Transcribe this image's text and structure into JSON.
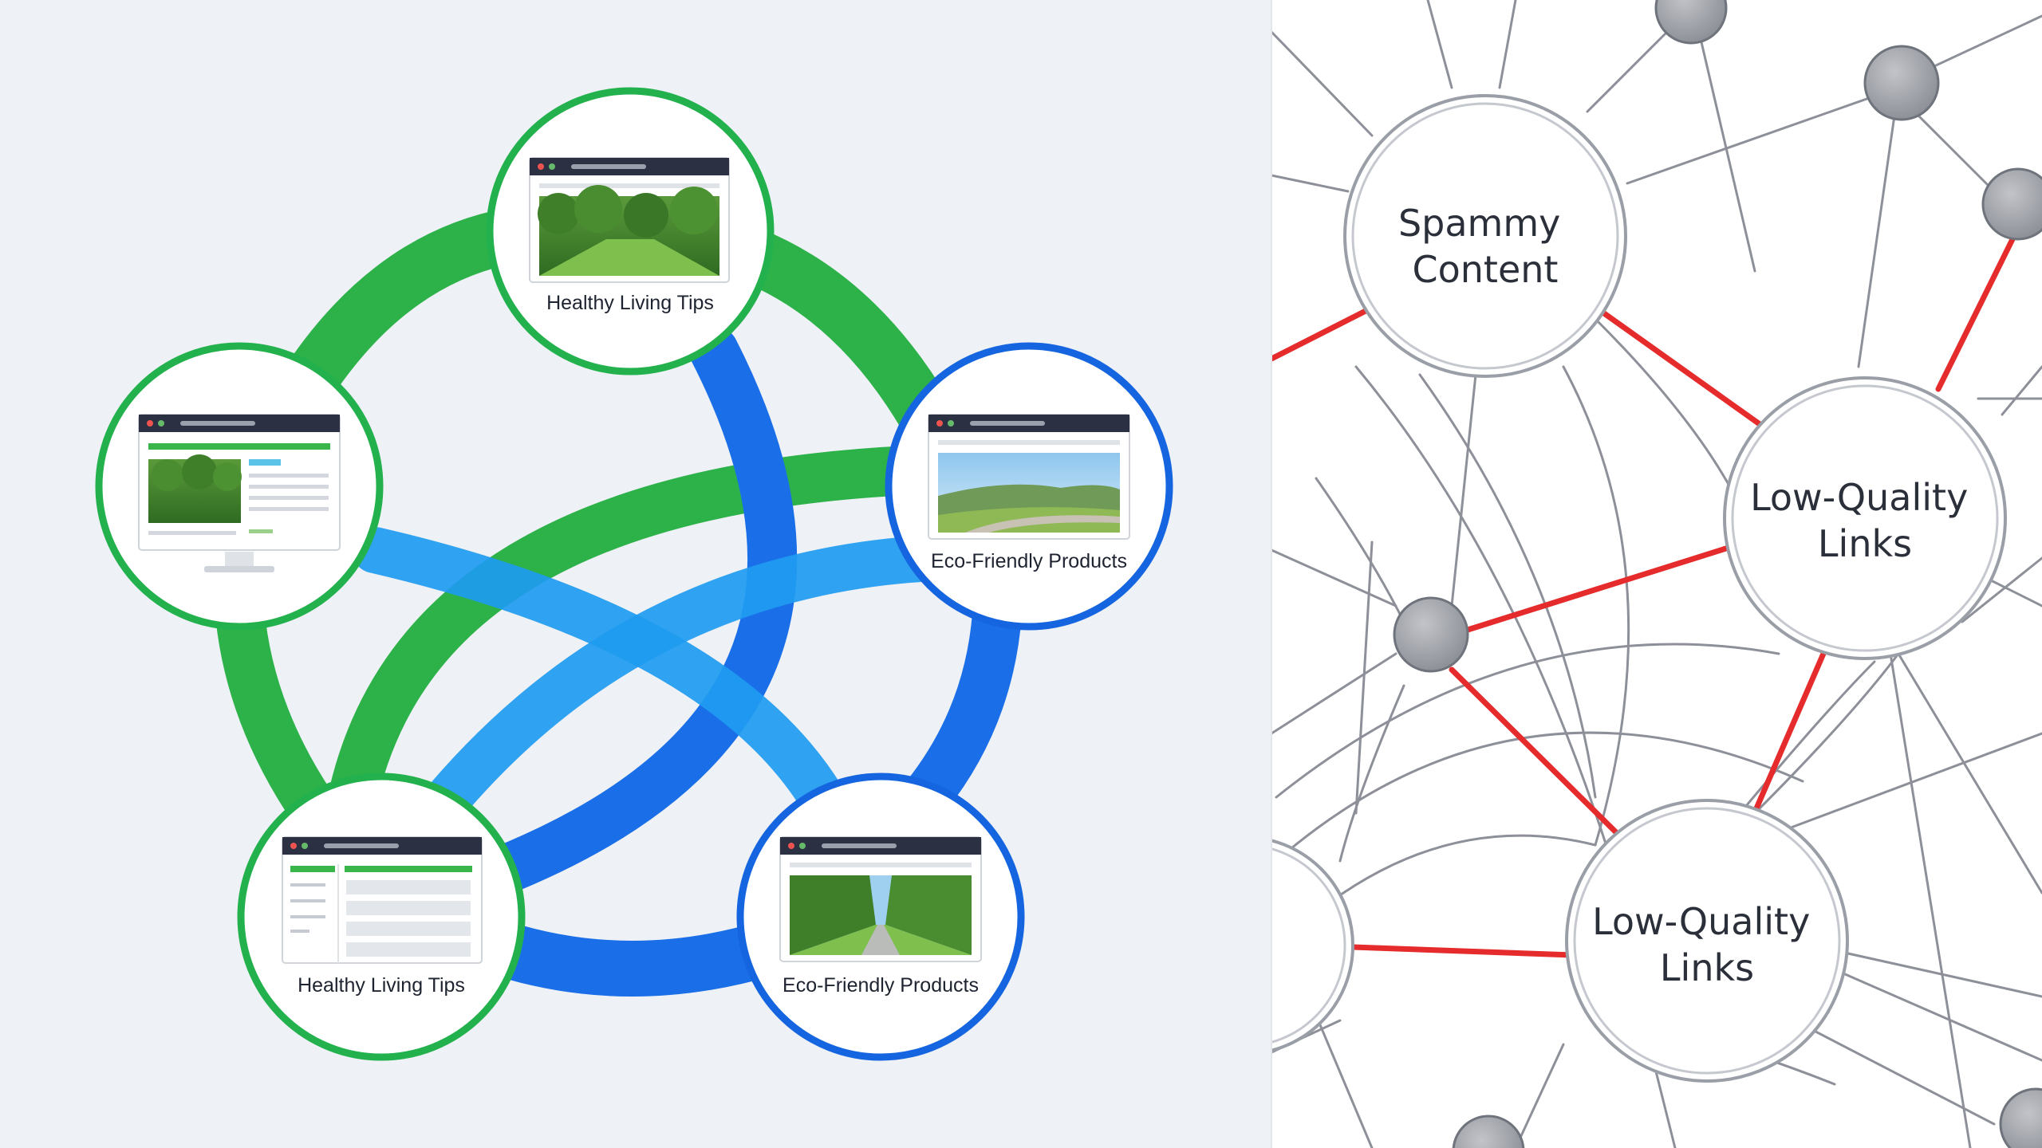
{
  "left_network": {
    "sites": [
      {
        "id": "top",
        "label": "Healthy Living Tips",
        "ring_color": "#22b14c",
        "preview": "forest-page"
      },
      {
        "id": "left",
        "label": "",
        "ring_color": "#22b14c",
        "preview": "desktop-monitor"
      },
      {
        "id": "right",
        "label": "Eco-Friendly Products",
        "ring_color": "#1565e0",
        "preview": "landscape-road"
      },
      {
        "id": "bottom-left",
        "label": "Healthy Living Tips",
        "ring_color": "#22b14c",
        "preview": "text-page"
      },
      {
        "id": "bottom-right",
        "label": "Eco-Friendly Products",
        "ring_color": "#1565e0",
        "preview": "tree-avenue"
      }
    ],
    "colors": {
      "green": "#2db24a",
      "blue": "#1a6fe8",
      "light_blue": "#1e9bf0",
      "background": "#eef1f5"
    }
  },
  "right_network": {
    "nodes": [
      {
        "id": "spammy",
        "lines": [
          "Spammy",
          "Content"
        ]
      },
      {
        "id": "lq1",
        "lines": [
          "Low-Quality",
          "Links"
        ]
      },
      {
        "id": "lq2",
        "lines": [
          "Low-Quality",
          "Links"
        ]
      }
    ],
    "colors": {
      "toxic_link": "#e52b2b",
      "gray_link": "#8d9099",
      "background": "#ffffff"
    }
  }
}
